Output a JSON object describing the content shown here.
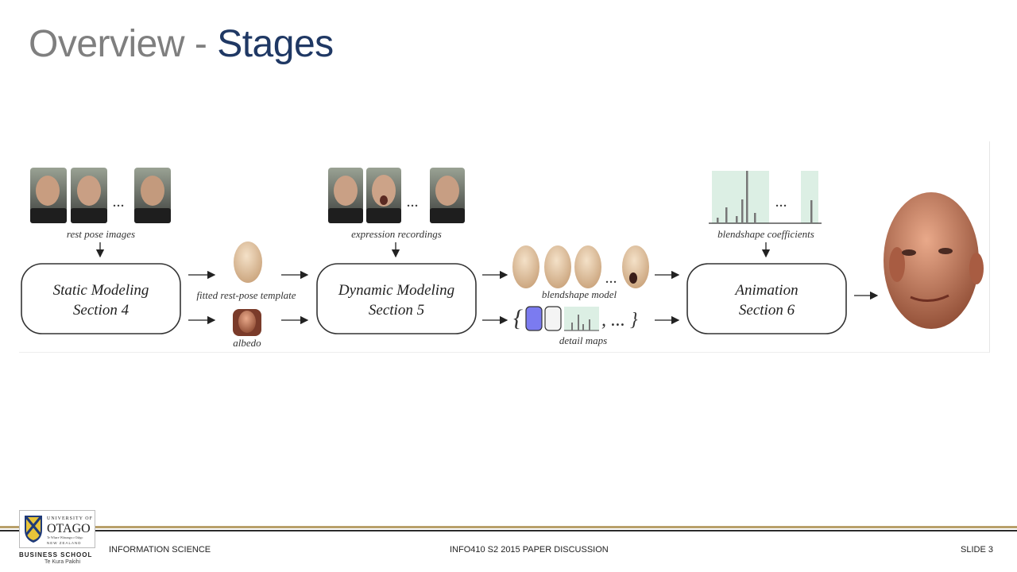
{
  "slide": {
    "title_part1": "Overview - ",
    "title_part2": "Stages",
    "colors": {
      "title_grey": "#7f7f7f",
      "title_blue": "#1f3864",
      "footer_gold": "#b8a06a"
    }
  },
  "figure": {
    "labels": {
      "rest_pose_images": "rest pose images",
      "expression_recordings": "expression recordings",
      "blendshape_coefficients": "blendshape coefficients",
      "fitted_template": "fitted rest-pose template",
      "albedo": "albedo",
      "blendshape_model": "blendshape model",
      "detail_maps": "detail maps",
      "ellipsis": "...",
      "detail_set": "{",
      "detail_set_end": ", ... }"
    },
    "boxes": [
      {
        "line1": "Static Modeling",
        "line2": "Section 4"
      },
      {
        "line1": "Dynamic Modeling",
        "line2": "Section 5"
      },
      {
        "line1": "Animation",
        "line2": "Section 6"
      }
    ]
  },
  "footer": {
    "left": "INFORMATION SCIENCE",
    "center": "INFO410 S2 2015 PAPER DISCUSSION",
    "right": "SLIDE 3",
    "logo_university": "UNIVERSITY OF",
    "logo_otago": "OTAGO",
    "logo_motto": "Te Whare Wānanga o Otāgo",
    "logo_nz": "NEW ZEALAND",
    "logo_business": "BUSINESS SCHOOL",
    "logo_tekura": "Te Kura Pakihi"
  }
}
